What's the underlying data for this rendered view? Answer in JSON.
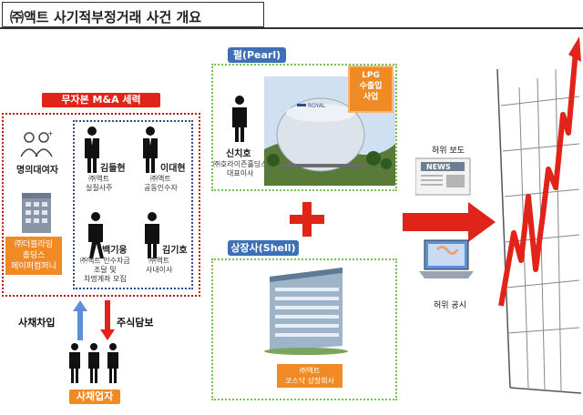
{
  "title": "㈜액트 사기적부정거래 사건 개요",
  "left": {
    "group_label": "무자본 M&A 세력",
    "anon_label": "명의대여자",
    "company_badge": "㈜더블라임\n홀딩스\n페이퍼컴퍼니",
    "people": [
      {
        "name": "김들현",
        "role": "㈜액트\n실질사주"
      },
      {
        "name": "이대현",
        "role": "㈜액트\n공동인수자"
      },
      {
        "name": "백기웅",
        "role": "㈜액트 인수자금\n조달 및\n차명계좌 모집"
      },
      {
        "name": "김기호",
        "role": "㈜액트\n사내이사"
      }
    ],
    "loan_label": "사채차입",
    "pledge_label": "주식담보",
    "lender_label": "사채업자"
  },
  "pearl": {
    "label": "펄(Pearl)",
    "person_name": "신치호",
    "person_role": "㈜호라이즌홀딩스\n대표이사",
    "lpg_badge": "LPG\n수출입\n사업",
    "tank_text": "ROYAL"
  },
  "plus": "+",
  "shell": {
    "label": "상장사(Shell)",
    "company_badge": "㈜액트\n코스닥 상장회사"
  },
  "right": {
    "news_label": "허위 보도",
    "news_text": "NEWS",
    "disclosure_label": "허위 공시"
  },
  "colors": {
    "red": "#e0241a",
    "blue": "#3f6fb5",
    "green": "#7cc24a",
    "orange": "#f08a24"
  }
}
